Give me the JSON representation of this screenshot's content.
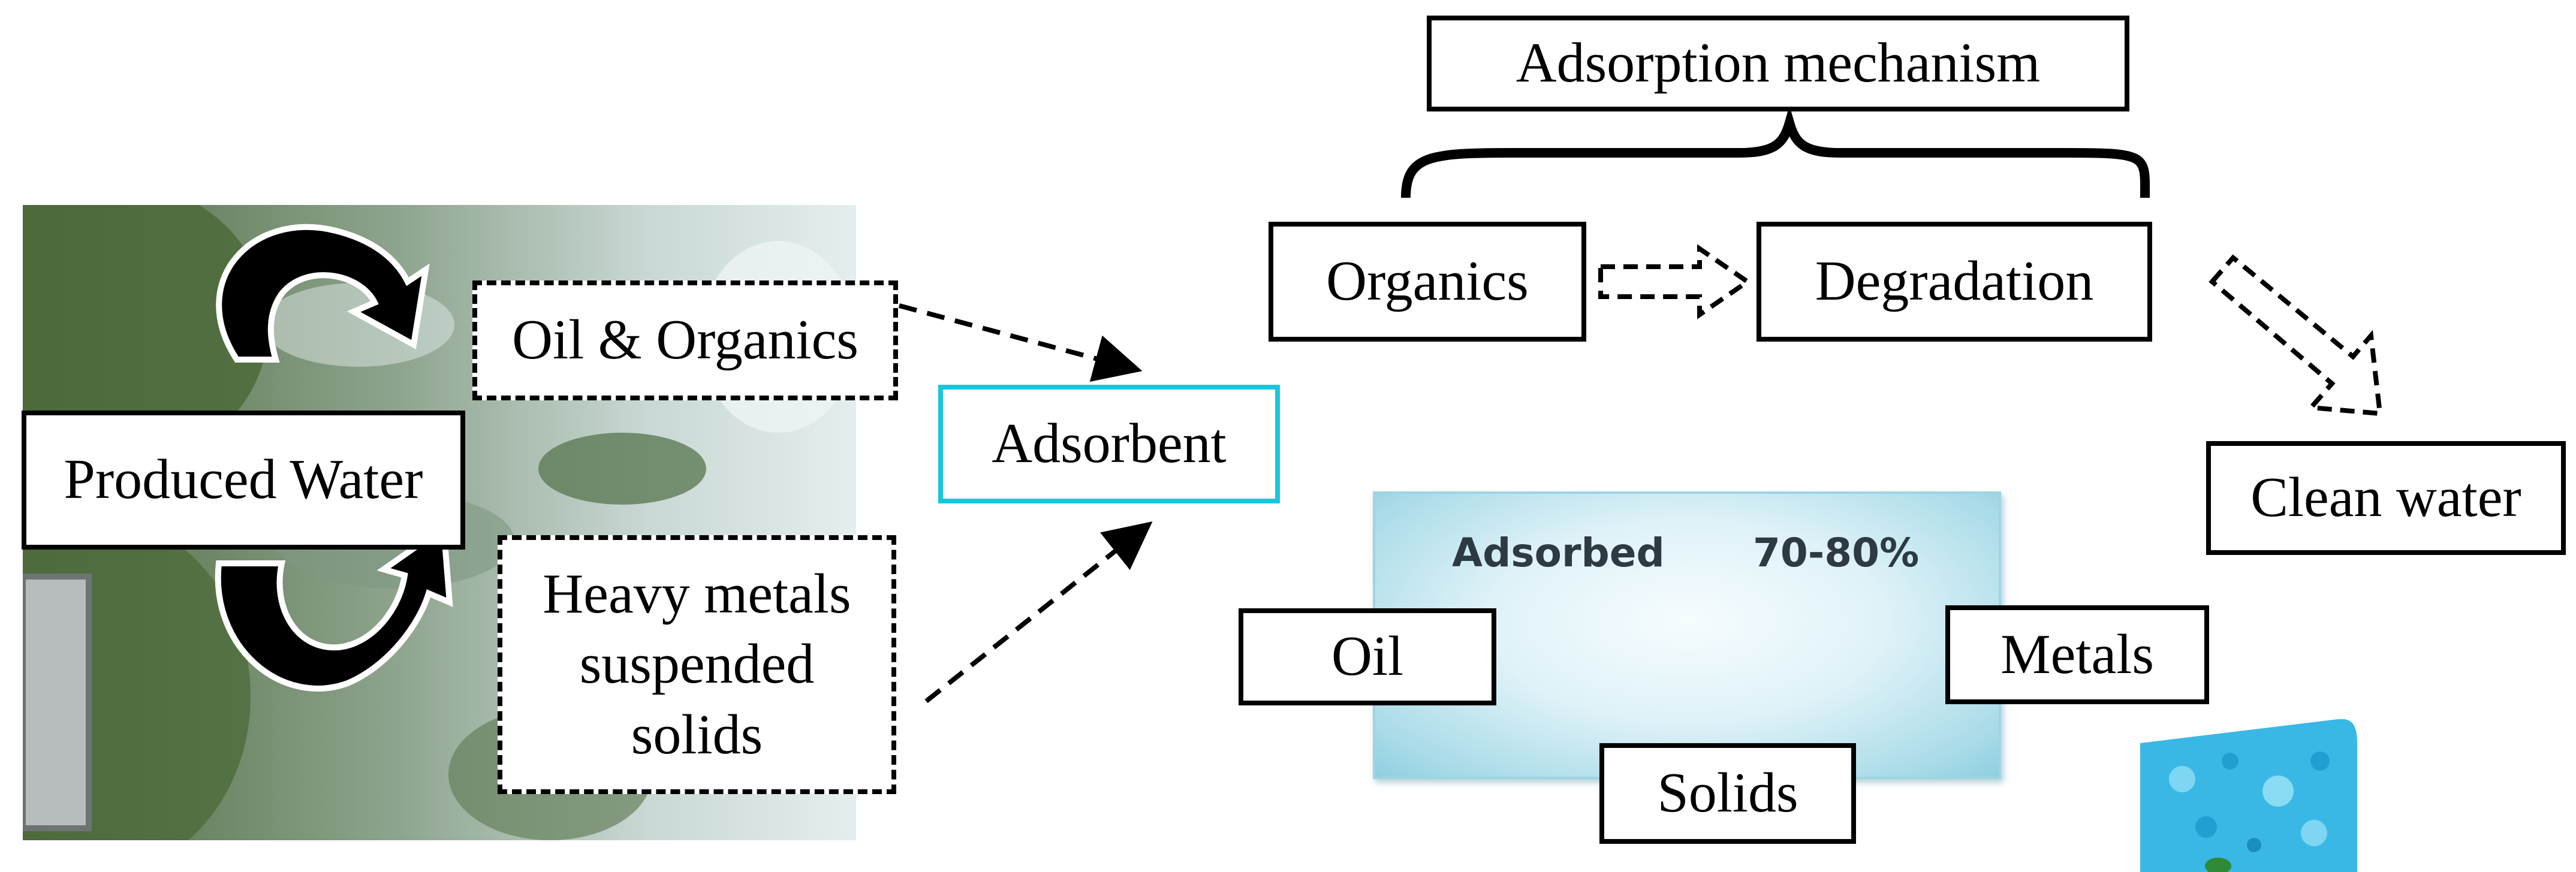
{
  "title": "Adsorption mechanism",
  "produced_water": "Produced Water",
  "oil_organics": "Oil & Organics",
  "heavy_metals": "Heavy metals suspended solids",
  "adsorbent": "Adsorbent",
  "organics": "Organics",
  "degradation": "Degradation",
  "clean_water": "Clean water",
  "adsorbed_label": "Adsorbed",
  "adsorbed_pct": "70-80%",
  "oil": "Oil",
  "metals": "Metals",
  "solids": "Solids",
  "colors": {
    "adsorbent_border": "#19c6dc",
    "pad": "#bfe6f0",
    "sponge": "#39b8e6"
  }
}
